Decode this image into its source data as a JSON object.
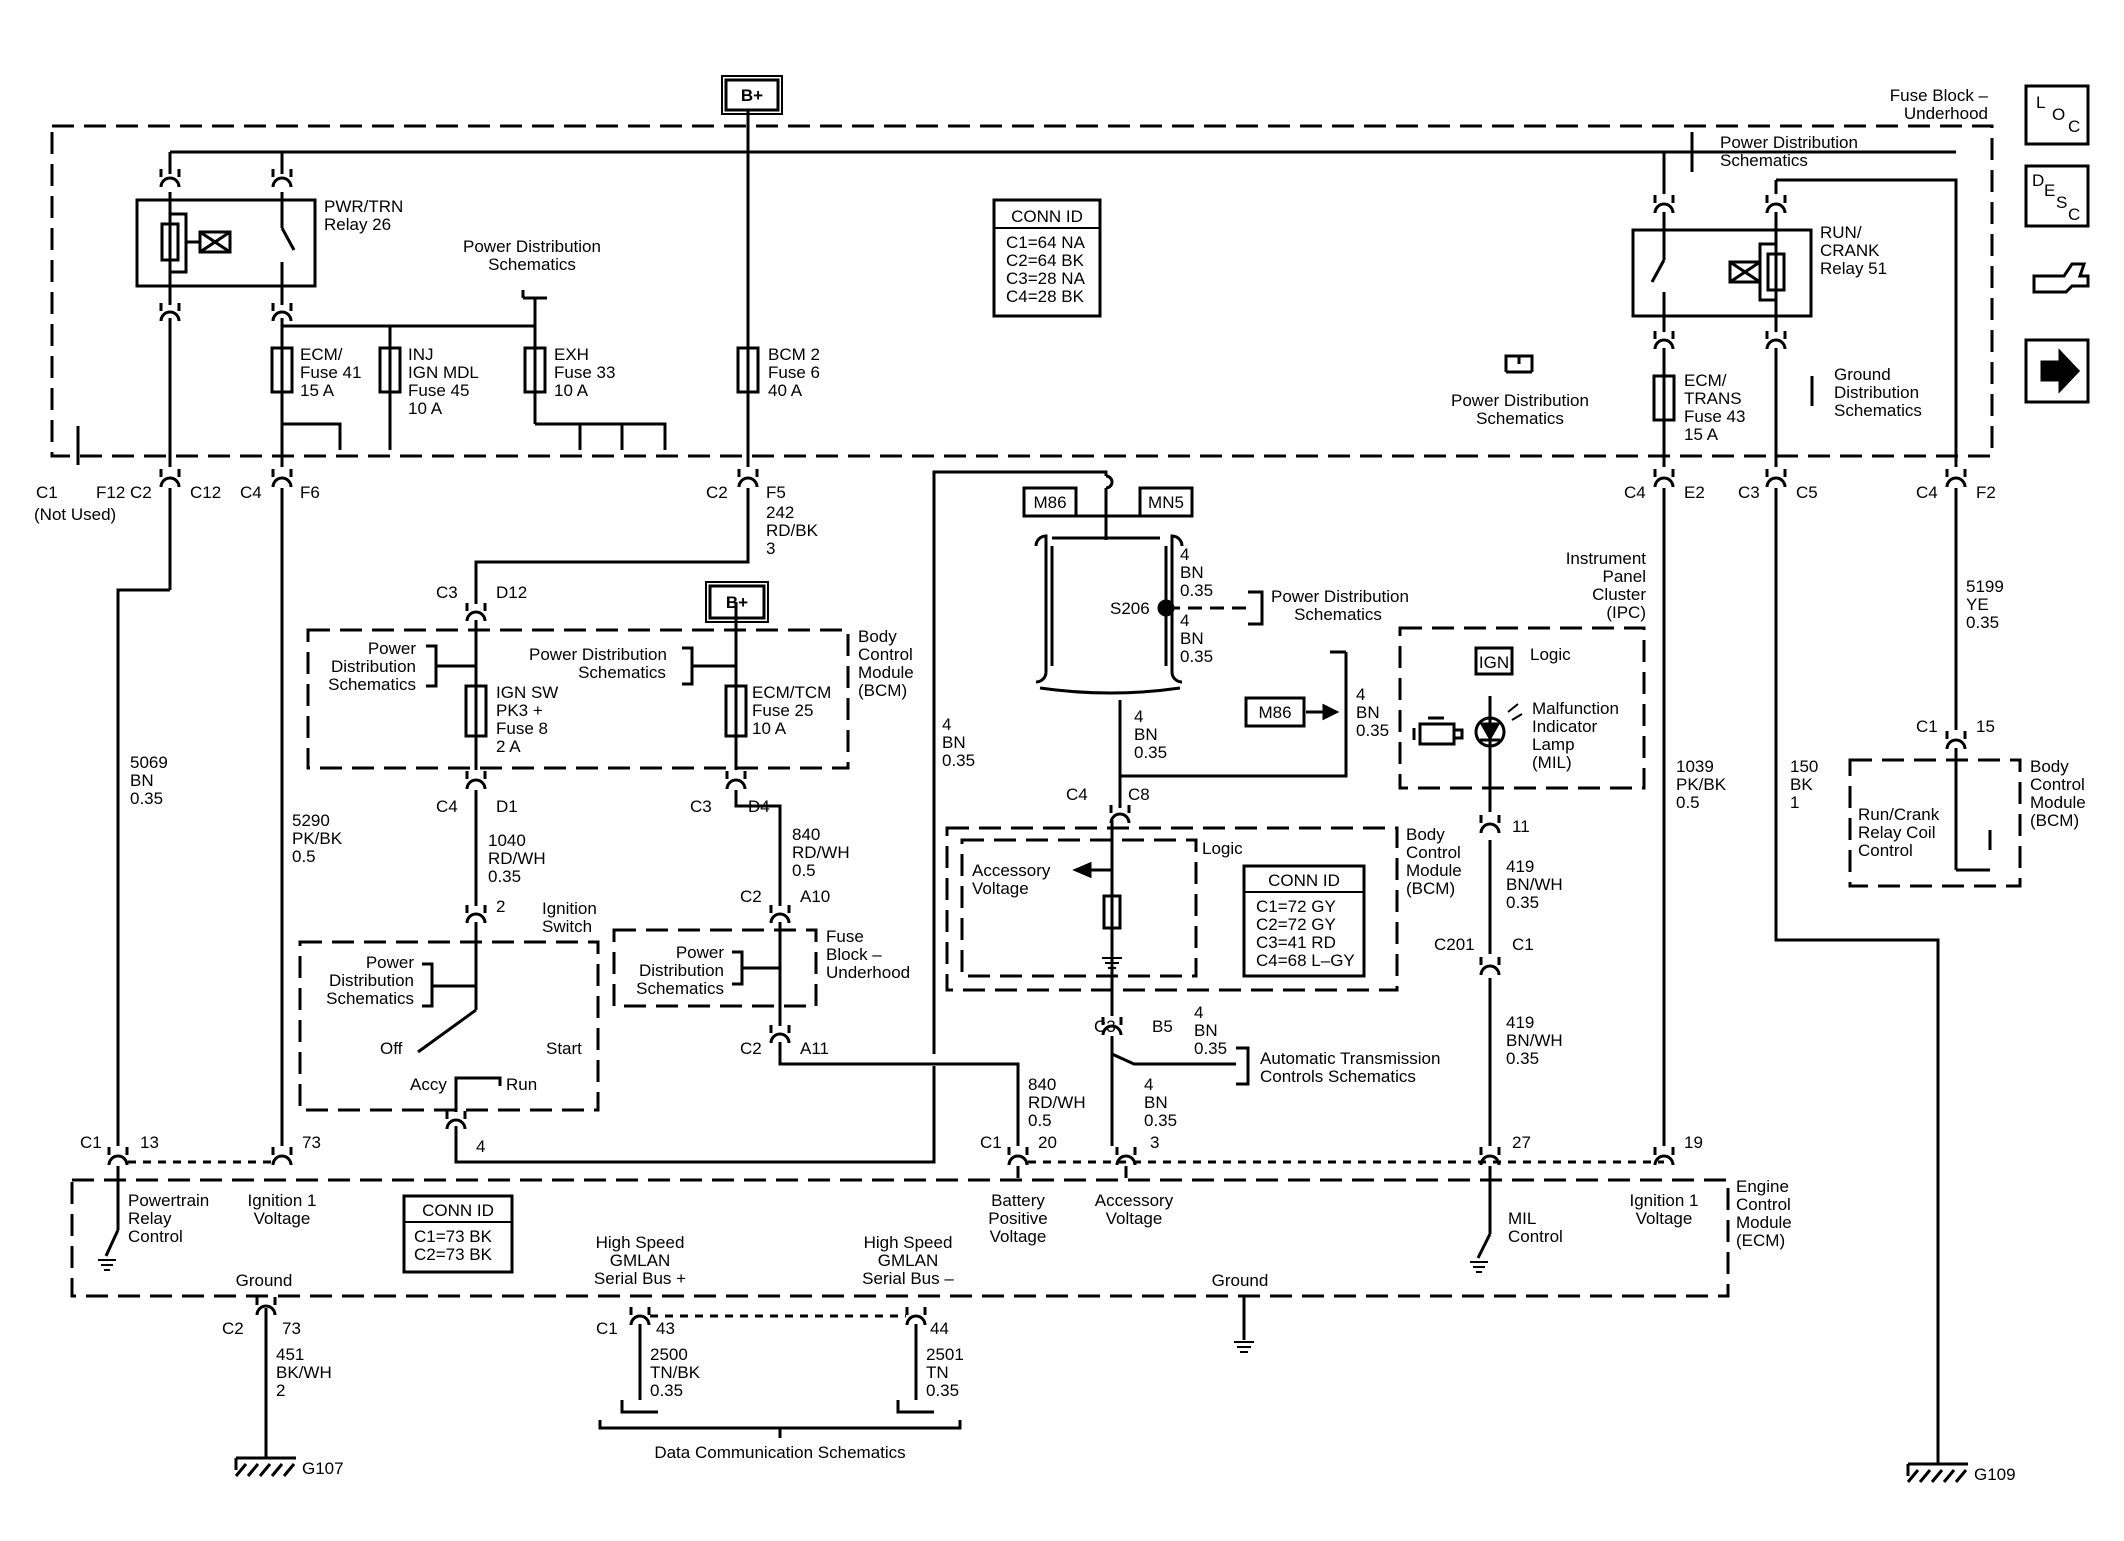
{
  "headers": {
    "fuse_block": [
      "Fuse Block –",
      "Underhood"
    ],
    "bplus": "B+",
    "bplus2": "B+"
  },
  "side_icons": {
    "loc": [
      "L",
      "O",
      "C"
    ],
    "desc": [
      "D",
      "E",
      "S",
      "C"
    ],
    "items": [
      "loc-icon",
      "desc-icon",
      "connector-icon",
      "arrow-right-icon"
    ]
  },
  "conn_tables": {
    "fuse_block": {
      "title": "CONN ID",
      "rows": [
        "C1=64 NA",
        "C2=64 BK",
        "C3=28 NA",
        "C4=28 BK"
      ]
    },
    "bcm": {
      "title": "CONN ID",
      "rows": [
        "C1=72 GY",
        "C2=72 GY",
        "C3=41 RD",
        "C4=68 L–GY"
      ]
    },
    "ecm": {
      "title": "CONN ID",
      "rows": [
        "C1=73 BK",
        "C2=73 BK"
      ]
    }
  },
  "relays": {
    "pwr_trn": [
      "PWR/TRN",
      "Relay 26"
    ],
    "run_crank": [
      "RUN/",
      "CRANK",
      "Relay 51"
    ]
  },
  "fuses": {
    "ecm41": [
      "ECM/",
      "Fuse 41",
      "15 A"
    ],
    "inj45": [
      "INJ",
      "IGN MDL",
      "Fuse 45",
      "10 A"
    ],
    "exh33": [
      "EXH",
      "Fuse 33",
      "10 A"
    ],
    "bcm6": [
      "BCM 2",
      "Fuse 6",
      "40 A"
    ],
    "ecmtrans43": [
      "ECM/",
      "TRANS",
      "Fuse 43",
      "15 A"
    ],
    "ignsw8": [
      "IGN SW",
      "PK3 +",
      "Fuse 8",
      "2 A"
    ],
    "ecmtcm25": [
      "ECM/TCM",
      "Fuse 25",
      "10 A"
    ]
  },
  "refs": {
    "pds_top": [
      "Power Distribution",
      "Schematics"
    ],
    "pds_right_top": [
      "Power Distribution",
      "Schematics"
    ],
    "pds_right_mid": [
      "Power Distribution",
      "Schematics"
    ],
    "gds_right": [
      "Ground",
      "Distribution",
      "Schematics"
    ],
    "pds_bcm_left": [
      "Power",
      "Distribution",
      "Schematics"
    ],
    "pds_bcm_mid": [
      "Power Distribution",
      "Schematics"
    ],
    "pds_s206": [
      "Power Distribution",
      "Schematics"
    ],
    "pds_ign": [
      "Power",
      "Distribution",
      "Schematics"
    ],
    "pds_fb2": [
      "Power",
      "Distribution",
      "Schematics"
    ],
    "atcs": [
      "Automatic Transmission",
      "Controls Schematics"
    ],
    "dcs": "Data Communication Schematics"
  },
  "connectors": {
    "c1_f12": [
      "C1",
      "F12"
    ],
    "not_used": "(Not Used)",
    "c2_c12": [
      "C2",
      "C12"
    ],
    "c4_f6": [
      "C4",
      "F6"
    ],
    "c2_f5": [
      "C2",
      "F5"
    ],
    "c4_e2": [
      "C4",
      "E2"
    ],
    "c3_c5": [
      "C3",
      "C5"
    ],
    "c4_f2": [
      "C4",
      "F2"
    ],
    "c3_d12": [
      "C3",
      "D12"
    ],
    "c4_d1": [
      "C4",
      "D1"
    ],
    "c3_d4": [
      "C3",
      "D4"
    ],
    "c2_a10": [
      "C2",
      "A10"
    ],
    "c2_a11": [
      "C2",
      "A11"
    ],
    "ign2": "2",
    "ign4": "4",
    "c4_c8": [
      "C4",
      "C8"
    ],
    "c3_b5": [
      "C3",
      "B5"
    ],
    "ipc11": "11",
    "c201": [
      "C201",
      "C1"
    ],
    "bcm_c1_15": [
      "C1",
      "15"
    ],
    "ecm_c1_13": [
      "C1",
      "13"
    ],
    "ecm_73": "73",
    "ecm_c1_20": [
      "C1",
      "20"
    ],
    "ecm_3": "3",
    "ecm_27": "27",
    "ecm_19": "19",
    "ecm_c2_73": [
      "C2",
      "73"
    ],
    "ecm_c1_43": [
      "C1",
      "43"
    ],
    "ecm_44": "44"
  },
  "wires": {
    "w242": [
      "242",
      "RD/BK",
      "3"
    ],
    "w5069": [
      "5069",
      "BN",
      "0.35"
    ],
    "w5290": [
      "5290",
      "PK/BK",
      "0.5"
    ],
    "w1040": [
      "1040",
      "RD/WH",
      "0.35"
    ],
    "w840a": [
      "840",
      "RD/WH",
      "0.5"
    ],
    "w840b": [
      "840",
      "RD/WH",
      "0.5"
    ],
    "w4bn_long": [
      "4",
      "BN",
      "0.35"
    ],
    "w4bn_s206a": [
      "4",
      "BN",
      "0.35"
    ],
    "w4bn_s206b": [
      "4",
      "BN",
      "0.35"
    ],
    "w4bn_c4": [
      "4",
      "BN",
      "0.35"
    ],
    "w4bn_m86": [
      "4",
      "BN",
      "0.35"
    ],
    "w4bn_b5": [
      "4",
      "BN",
      "0.35"
    ],
    "w4bn_acc": [
      "4",
      "BN",
      "0.35"
    ],
    "w419a": [
      "419",
      "BN/WH",
      "0.35"
    ],
    "w419b": [
      "419",
      "BN/WH",
      "0.35"
    ],
    "w1039": [
      "1039",
      "PK/BK",
      "0.5"
    ],
    "w150": [
      "150",
      "BK",
      "1"
    ],
    "w5199": [
      "5199",
      "YE",
      "0.35"
    ],
    "w451": [
      "451",
      "BK/WH",
      "2"
    ],
    "w2500": [
      "2500",
      "TN/BK",
      "0.35"
    ],
    "w2501": [
      "2501",
      "TN",
      "0.35"
    ]
  },
  "tags": {
    "m86": "M86",
    "mn5": "MN5",
    "m86b": "M86"
  },
  "splice": "S206",
  "modules": {
    "bcm_top": [
      "Body",
      "Control",
      "Module",
      "(BCM)"
    ],
    "bcm_mid": [
      "Body",
      "Control",
      "Module",
      "(BCM)"
    ],
    "bcm_right": [
      "Body",
      "Control",
      "Module",
      "(BCM)"
    ],
    "ecm": [
      "Engine",
      "Control",
      "Module",
      "(ECM)"
    ],
    "ipc": [
      "Instrument",
      "Panel",
      "Cluster",
      "(IPC)"
    ],
    "ign_switch": [
      "Ignition",
      "Switch"
    ],
    "fb_underhood": [
      "Fuse",
      "Block –",
      "Underhood"
    ]
  },
  "switch_pos": {
    "off": "Off",
    "start": "Start",
    "accy": "Accy",
    "run": "Run"
  },
  "internals": {
    "logic_bcm": "Logic",
    "logic_ipc": "Logic",
    "ign": "IGN",
    "acc_voltage": [
      "Accessory",
      "Voltage"
    ],
    "mil": [
      "Malfunction",
      "Indicator",
      "Lamp",
      "(MIL)"
    ],
    "runcrank_ctrl": [
      "Run/Crank",
      "Relay Coil",
      "Control"
    ]
  },
  "ecm_labels": {
    "ptrelay": [
      "Powertrain",
      "Relay",
      "Control"
    ],
    "ign1a": [
      "Ignition 1",
      "Voltage"
    ],
    "batt": [
      "Battery",
      "Positive",
      "Voltage"
    ],
    "acc": [
      "Accessory",
      "Voltage"
    ],
    "mil": [
      "MIL",
      "Control"
    ],
    "ign1b": [
      "Ignition 1",
      "Voltage"
    ],
    "ground1": "Ground",
    "ground2": "Ground",
    "hs_plus": [
      "High Speed",
      "GMLAN",
      "Serial Bus +"
    ],
    "hs_minus": [
      "High Speed",
      "GMLAN",
      "Serial Bus –"
    ]
  },
  "grounds": {
    "g107": "G107",
    "g109": "G109"
  }
}
